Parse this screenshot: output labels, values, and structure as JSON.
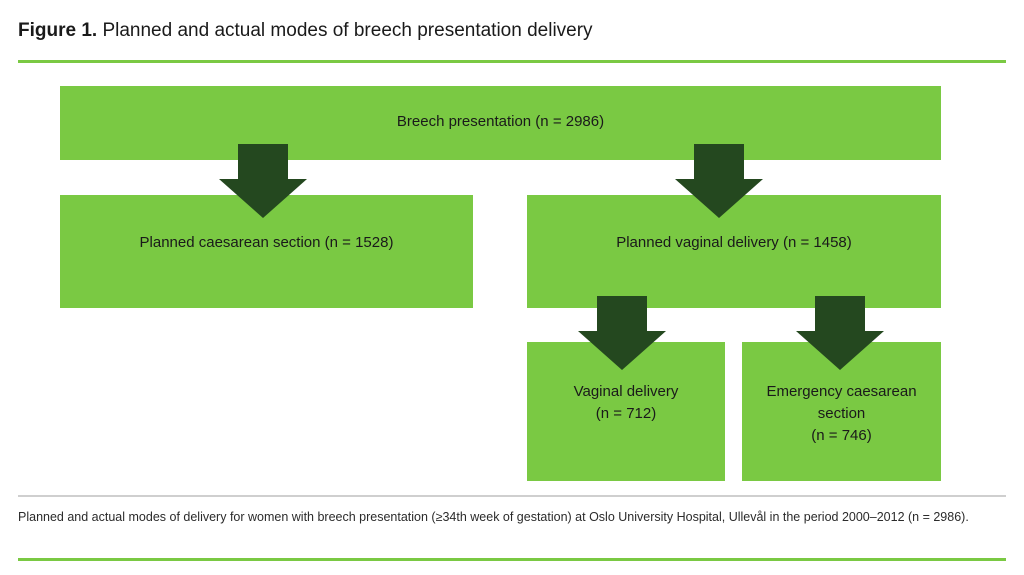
{
  "figure": {
    "title_prefix": "Figure 1.",
    "title_text": " Planned and actual modes of breech presentation delivery",
    "caption": "Planned and actual modes of delivery for women with breech presentation (≥34th week of gestation) at Oslo University Hospital, Ullevål in the period 2000–2012 (n = 2986)."
  },
  "colors": {
    "box_green": "#7ac943",
    "arrow_dark_green": "#24481f",
    "rule_green": "#7ac943",
    "rule_gray": "#cfcfcf",
    "text": "#1a1a1a"
  },
  "chart_data": {
    "type": "diagram",
    "title": "Figure 1. Planned and actual modes of breech presentation delivery",
    "nodes": [
      {
        "id": "root",
        "label": "Breech presentation  (n = 2986)",
        "n": 2986
      },
      {
        "id": "planned-caesarean",
        "label": "Planned caesarean section (n = 1528)",
        "n": 1528
      },
      {
        "id": "planned-vaginal",
        "label": "Planned vaginal delivery (n = 1458)",
        "n": 1458
      },
      {
        "id": "vaginal-delivery",
        "label": "Vaginal delivery\n(n = 712)",
        "n": 712
      },
      {
        "id": "emergency-caesarean",
        "label": "Emergency caesarean\nsection\n(n = 746)",
        "n": 746
      }
    ],
    "edges": [
      {
        "from": "root",
        "to": "planned-caesarean"
      },
      {
        "from": "root",
        "to": "planned-vaginal"
      },
      {
        "from": "planned-vaginal",
        "to": "vaginal-delivery"
      },
      {
        "from": "planned-vaginal",
        "to": "emergency-caesarean"
      }
    ]
  },
  "icons": {
    "arrow": "down-arrow-icon"
  }
}
